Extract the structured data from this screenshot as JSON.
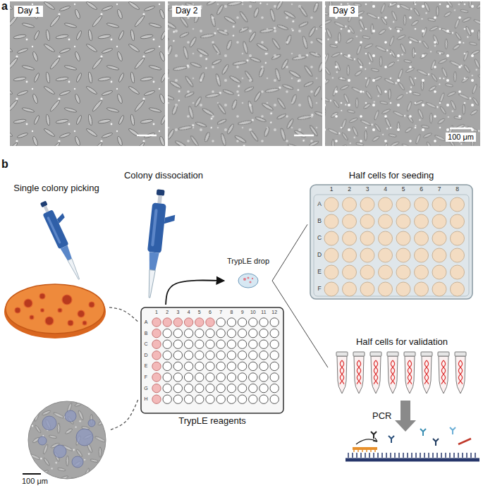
{
  "diagram": {
    "nodes": [
      {
        "text": [
          "Day 1"
        ]
      },
      {
        "text": [
          "Day 2"
        ]
      },
      {
        "text": [
          "Day 3",
          "100 μm"
        ]
      },
      {
        "text": [
          "Single colony picking"
        ]
      },
      {
        "text": [
          "TrypLE reagents"
        ]
      },
      {
        "text": [
          "TrypLE drop"
        ]
      },
      {
        "text": [
          "Half cells for seeding"
        ]
      },
      {
        "text": [
          "Half cells for validation"
        ]
      },
      {
        "text": [
          "100 μm"
        ]
      }
    ],
    "edges": [
      {
        "from": 3,
        "to": 4,
        "arrow": "none"
      },
      {
        "from": 8,
        "to": 4,
        "arrow": "none"
      },
      {
        "from": 4,
        "to": 5,
        "arrow": "to"
      },
      {
        "from": 5,
        "to": 6,
        "arrow": "none"
      },
      {
        "from": 5,
        "to": 7,
        "arrow": "none"
      }
    ],
    "labels": [
      "a",
      "b",
      "Colony dissociation",
      "PCR",
      "1",
      "2",
      "3",
      "4",
      "5",
      "6",
      "7",
      "8",
      "9",
      "10",
      "11",
      "12",
      "A",
      "B",
      "C",
      "D",
      "E",
      "F",
      "G",
      "H",
      "1",
      "2",
      "3",
      "4",
      "5",
      "6",
      "7",
      "8",
      "A",
      "B",
      "C",
      "D",
      "E",
      "F"
    ]
  }
}
